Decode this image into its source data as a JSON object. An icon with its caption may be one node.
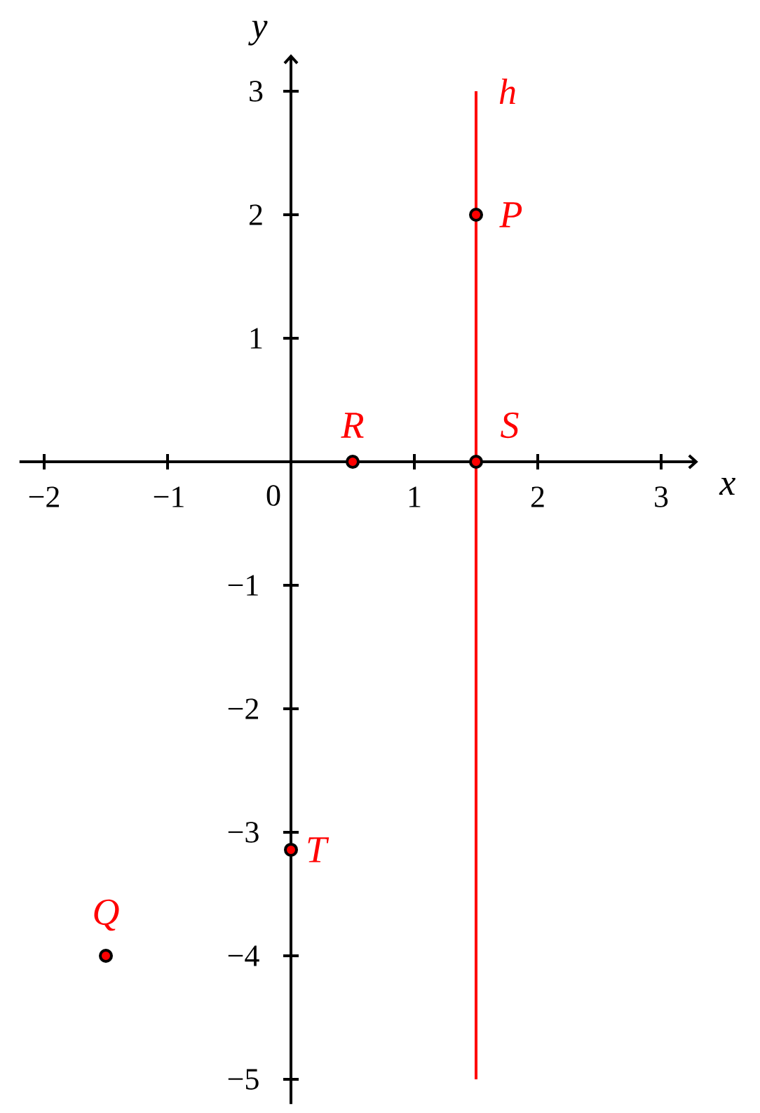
{
  "diagram": {
    "nodes": [
      {
        "text": [],
        "shape": "circle",
        "beside": [
          "P"
        ]
      },
      {
        "text": [],
        "shape": "circle",
        "beside": [
          "R"
        ]
      },
      {
        "text": [],
        "shape": "circle",
        "beside": [
          "S"
        ]
      },
      {
        "text": [],
        "shape": "circle",
        "beside": [
          "T"
        ]
      },
      {
        "text": [],
        "shape": "circle",
        "beside": [
          "Q"
        ]
      }
    ],
    "labels": [
      "y",
      "3",
      "h",
      "2",
      "1",
      "0",
      "x",
      "−2",
      "−1",
      "1",
      "2",
      "3",
      "−1",
      "−2",
      "−3",
      "−4",
      "−5"
    ]
  }
}
